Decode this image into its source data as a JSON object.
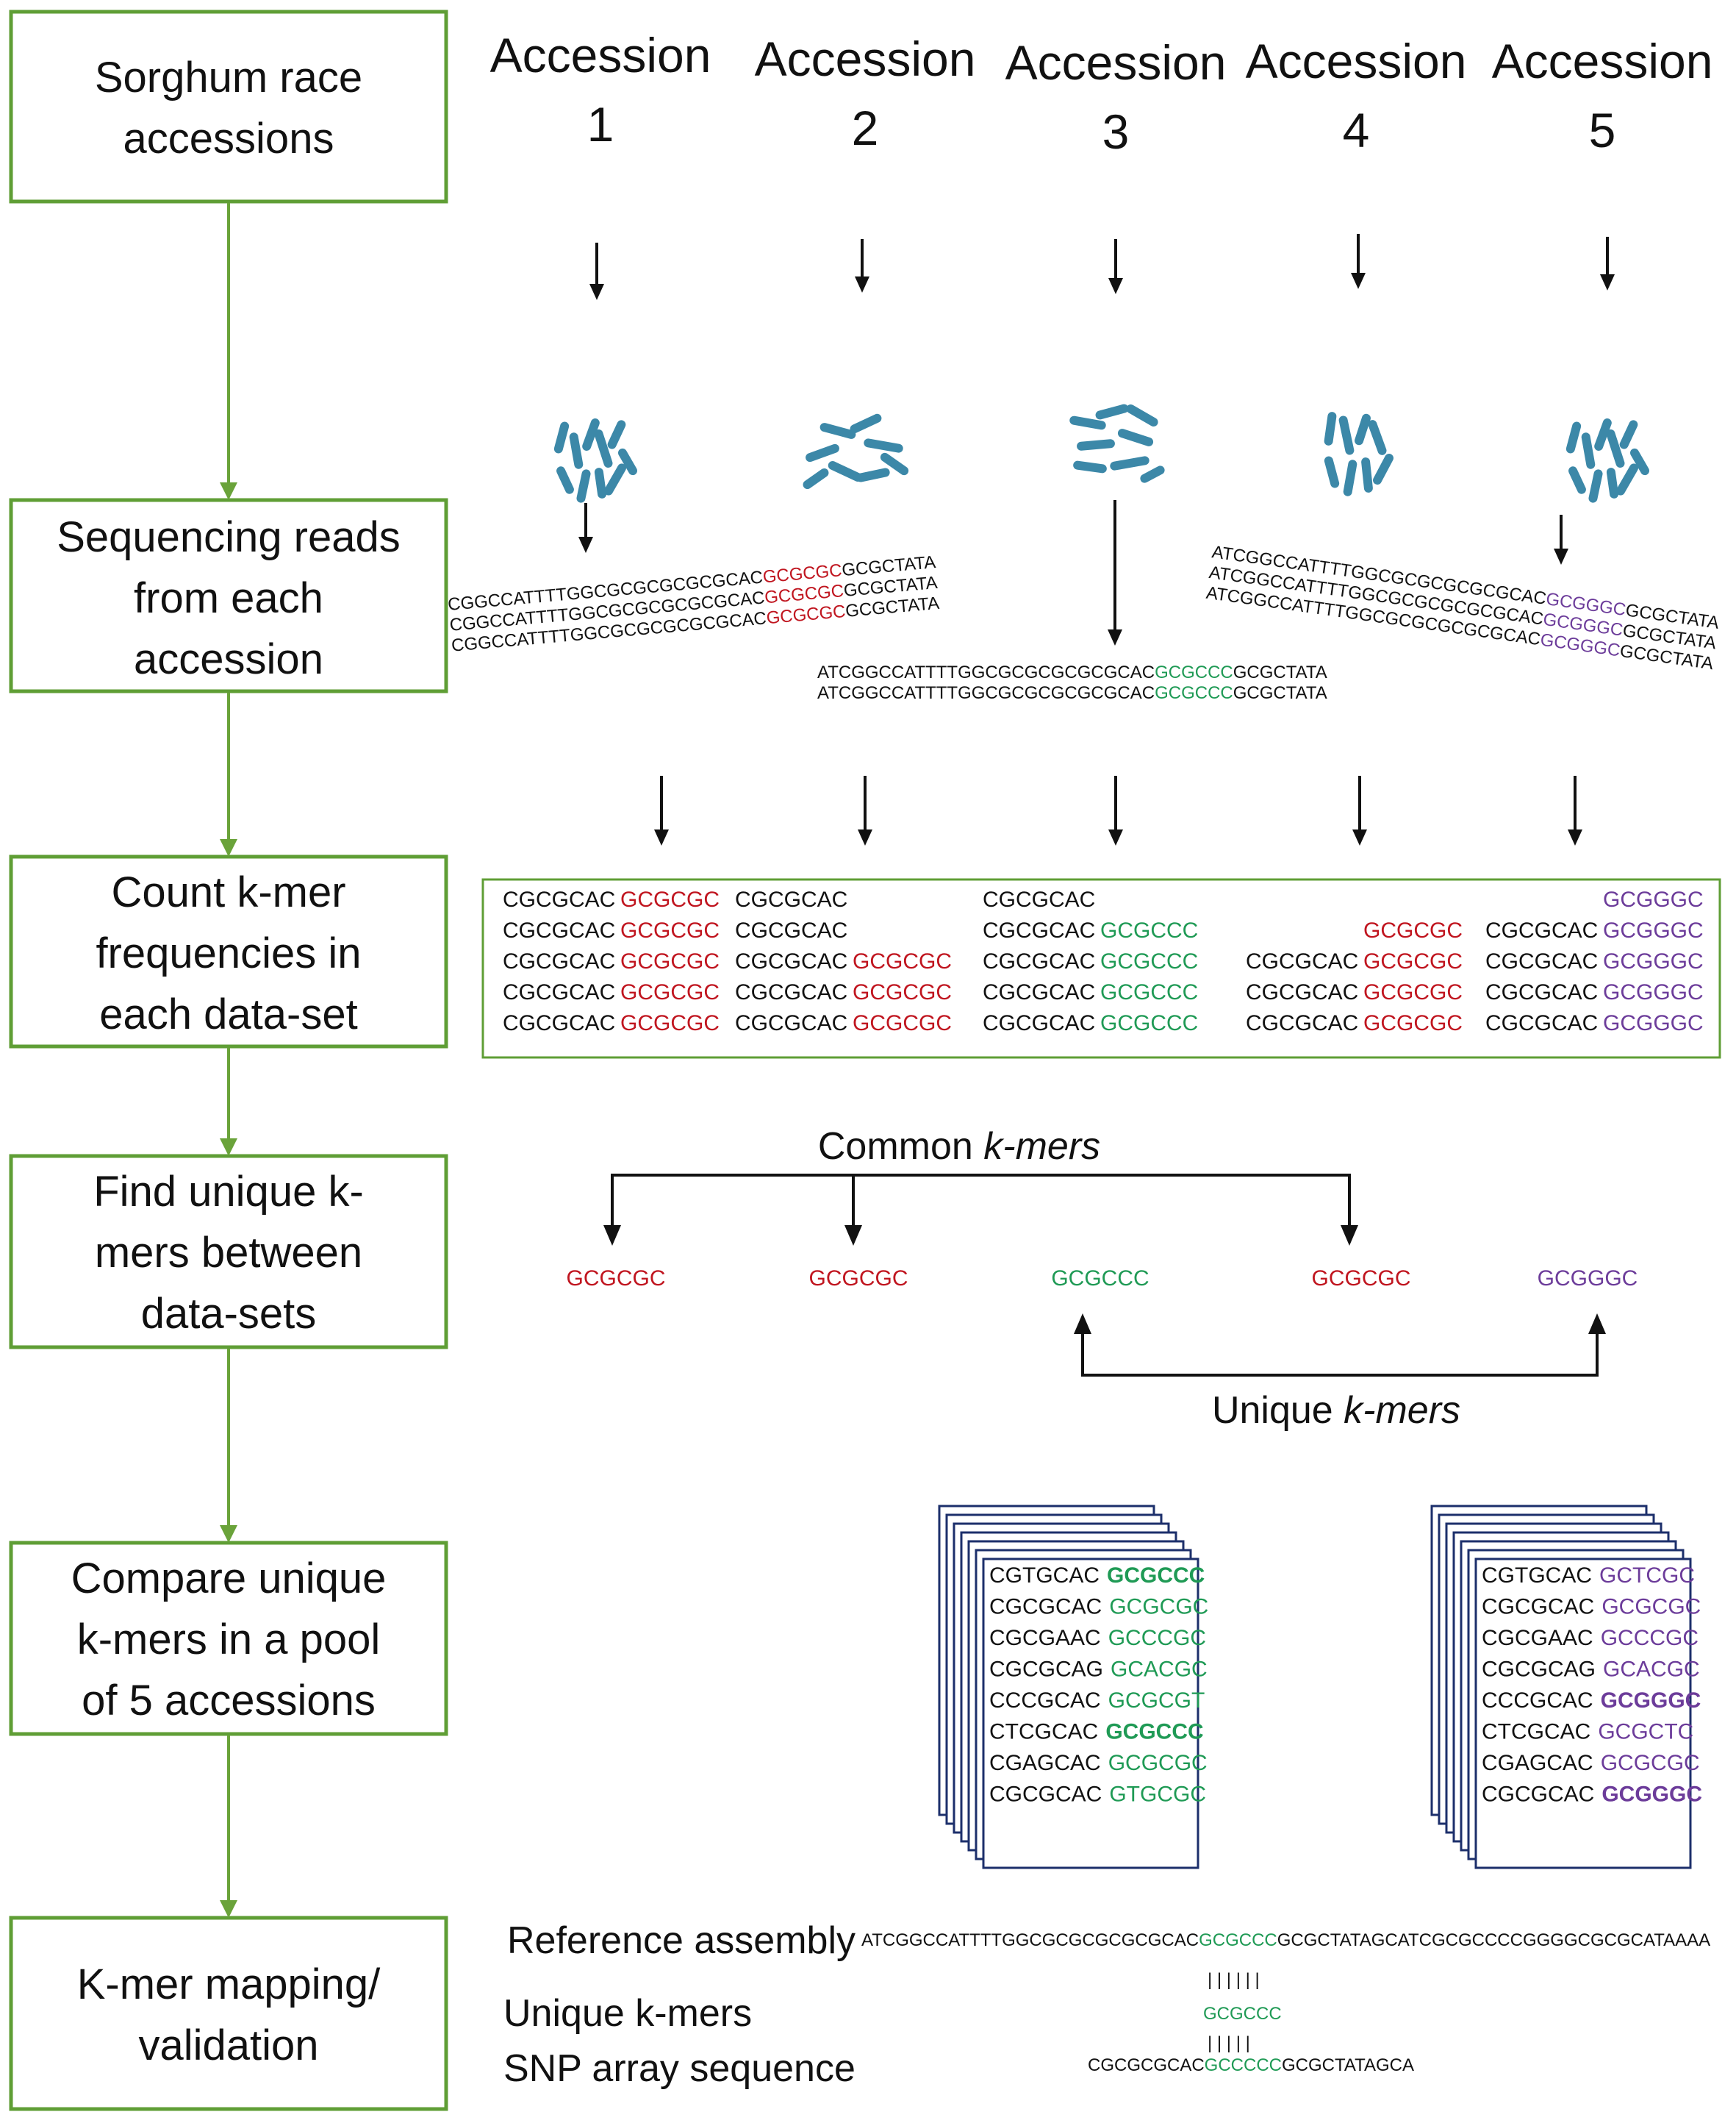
{
  "colors": {
    "step_border": "#5f9e35",
    "flow_arrow": "#6aa33a",
    "kmer_red": "#c0151f",
    "kmer_green": "#1f9a55",
    "kmer_purple": "#6c3c9a",
    "chromosome": "#3c88a8",
    "card_border": "#1c2f6b"
  },
  "steps": [
    {
      "lines": [
        "Sorghum race",
        "accessions"
      ]
    },
    {
      "lines": [
        "Sequencing reads",
        "from each",
        "accession"
      ]
    },
    {
      "lines": [
        "Count k-mer",
        "frequencies  in",
        "each data-set"
      ]
    },
    {
      "lines": [
        "Find unique k-",
        "mers between",
        "data-sets"
      ]
    },
    {
      "lines": [
        "Compare unique",
        "k-mers in a pool",
        "of 5 accessions"
      ]
    },
    {
      "lines": [
        "K-mer mapping/",
        "validation"
      ]
    }
  ],
  "accessions": [
    {
      "word": "Accession",
      "number": "1"
    },
    {
      "word": "Accession",
      "number": "2"
    },
    {
      "word": "Accession",
      "number": "3"
    },
    {
      "word": "Accession",
      "number": "4"
    },
    {
      "word": "Accession",
      "number": "5"
    }
  ],
  "icons": [
    "chromosome-cluster-icon",
    "arrow-down-icon",
    "stacked-cards-icon"
  ],
  "reads": {
    "acc1": [
      {
        "pre": "CGGCCATTTTGGCGCGCGCGCGCAC",
        "hl": "GCGCGC",
        "post": "GCGCTATA"
      },
      {
        "pre": "CGGCCATTTTGGCGCGCGCGCGCAC",
        "hl": "GCGCGC",
        "post": "GCGCTATA"
      },
      {
        "pre": "CGGCCATTTTGGCGCGCGCGCGCAC",
        "hl": "GCGCGC",
        "post": "GCGCTATA"
      }
    ],
    "acc3": [
      {
        "pre": "ATCGGCCATTTTGGCGCGCGCGCGCAC",
        "hl": "GCGCCC",
        "post": "GCGCTATA"
      },
      {
        "pre": "ATCGGCCATTTTGGCGCGCGCGCGCAC",
        "hl": "GCGCCC",
        "post": "GCGCTATA"
      }
    ],
    "acc5": [
      {
        "pre": "ATCGGCCATTTTGGCGCGCGCGCGCAC",
        "hl": "GCGGGC",
        "post": "GCGCTATA"
      },
      {
        "pre": "ATCGGCCATTTTGGCGCGCGCGCGCAC",
        "hl": "GCGGGC",
        "post": "GCGCTATA"
      },
      {
        "pre": "ATCGGCCATTTTGGCGCGCGCGCGCAC",
        "hl": "GCGGGC",
        "post": "GCGCTATA"
      }
    ]
  },
  "kmer_table": [
    [
      {
        "prefix": "CGCGCAC",
        "kmer": "GCGCGC",
        "color": "red"
      },
      {
        "prefix": "CGCGCAC",
        "kmer": "GCGCGC",
        "color": "red"
      },
      {
        "prefix": "CGCGCAC",
        "kmer": "GCGCGC",
        "color": "red"
      },
      {
        "prefix": "CGCGCAC",
        "kmer": "GCGCGC",
        "color": "red"
      },
      {
        "prefix": "CGCGCAC",
        "kmer": "GCGCGC",
        "color": "red"
      }
    ],
    [
      {
        "prefix": "CGCGCAC",
        "kmer": "",
        "color": "red"
      },
      {
        "prefix": "CGCGCAC",
        "kmer": "",
        "color": "red"
      },
      {
        "prefix": "CGCGCAC",
        "kmer": "GCGCGC",
        "color": "red"
      },
      {
        "prefix": "CGCGCAC",
        "kmer": "GCGCGC",
        "color": "red"
      },
      {
        "prefix": "CGCGCAC",
        "kmer": "GCGCGC",
        "color": "red"
      }
    ],
    [
      {
        "prefix": "CGCGCAC",
        "kmer": "",
        "color": "green"
      },
      {
        "prefix": "CGCGCAC",
        "kmer": "GCGCCC",
        "color": "green"
      },
      {
        "prefix": "CGCGCAC",
        "kmer": "GCGCCC",
        "color": "green"
      },
      {
        "prefix": "CGCGCAC",
        "kmer": "GCGCCC",
        "color": "green"
      },
      {
        "prefix": "CGCGCAC",
        "kmer": "GCGCCC",
        "color": "green"
      }
    ],
    [
      {
        "prefix": "",
        "kmer": "",
        "color": "red"
      },
      {
        "prefix": "",
        "kmer": "GCGCGC",
        "color": "red"
      },
      {
        "prefix": "CGCGCAC",
        "kmer": "GCGCGC",
        "color": "red"
      },
      {
        "prefix": "CGCGCAC",
        "kmer": "GCGCGC",
        "color": "red"
      },
      {
        "prefix": "CGCGCAC",
        "kmer": "GCGCGC",
        "color": "red"
      }
    ],
    [
      {
        "prefix": "",
        "kmer": "GCGGGC",
        "color": "purple"
      },
      {
        "prefix": "CGCGCAC",
        "kmer": "GCGGGC",
        "color": "purple"
      },
      {
        "prefix": "CGCGCAC",
        "kmer": "GCGGGC",
        "color": "purple"
      },
      {
        "prefix": "CGCGCAC",
        "kmer": "GCGGGC",
        "color": "purple"
      },
      {
        "prefix": "CGCGCAC",
        "kmer": "GCGGGC",
        "color": "purple"
      }
    ]
  ],
  "common_label": {
    "word": "Common ",
    "italic": "k-mers"
  },
  "unique_label": {
    "word": "Unique ",
    "italic": "k-mers"
  },
  "unique_kmers": [
    {
      "text": "GCGCGC",
      "color": "red"
    },
    {
      "text": "GCGCGC",
      "color": "red"
    },
    {
      "text": "GCGCCC",
      "color": "green"
    },
    {
      "text": "GCGCGC",
      "color": "red"
    },
    {
      "text": "GCGGGC",
      "color": "purple"
    }
  ],
  "pools": [
    {
      "rows": [
        {
          "prefix": "CGTGCAC",
          "kmer": "GCGCCC",
          "bold": true
        },
        {
          "prefix": "CGCGCAC",
          "kmer": "GCGCGC",
          "bold": false
        },
        {
          "prefix": "CGCGAAC",
          "kmer": "GCCCGC",
          "bold": false
        },
        {
          "prefix": "CGCGCAG",
          "kmer": "GCACGC",
          "bold": false
        },
        {
          "prefix": "CCCGCAC",
          "kmer": "GCGCGT",
          "bold": false
        },
        {
          "prefix": "CTCGCAC",
          "kmer": "GCGCCC",
          "bold": true
        },
        {
          "prefix": "CGAGCAC",
          "kmer": "GCGCGC",
          "bold": false
        },
        {
          "prefix": "CGCGCAC",
          "kmer": "GTGCGC",
          "bold": false
        }
      ],
      "color": "green"
    },
    {
      "rows": [
        {
          "prefix": "CGTGCAC",
          "kmer": "GCTCGC",
          "bold": false
        },
        {
          "prefix": "CGCGCAC",
          "kmer": "GCGCGC",
          "bold": false
        },
        {
          "prefix": "CGCGAAC",
          "kmer": "GCCCGC",
          "bold": false
        },
        {
          "prefix": "CGCGCAG",
          "kmer": "GCACGC",
          "bold": false
        },
        {
          "prefix": "CCCGCAC",
          "kmer": "GCGGGC",
          "bold": true
        },
        {
          "prefix": "CTCGCAC",
          "kmer": "GCGCTC",
          "bold": false
        },
        {
          "prefix": "CGAGCAC",
          "kmer": "GCGCGC",
          "bold": false
        },
        {
          "prefix": "CGCGCAC",
          "kmer": "GCGGGC",
          "bold": true
        }
      ],
      "color": "purple"
    }
  ],
  "mapping": {
    "reference_label": "Reference assembly",
    "unique_label": "Unique k-mers",
    "snp_label": "SNP array sequence",
    "reference_seq": {
      "pre": "ATCGGCCATTTTGGCGCGCGCGCGCAC",
      "hl": "GCGCCC",
      "post": "GCGCTATAGCATCGCGCCCCGGGGCGCGCATAAAA"
    },
    "unique_kmer": "GCGCCC",
    "match_top": "| | | | | |",
    "match_bottom": "| |   | | |",
    "snp_seq": {
      "pre": "CGCGCGCAC",
      "hl": "GCCCCC",
      "post": "GCGCTATAGCA"
    }
  }
}
